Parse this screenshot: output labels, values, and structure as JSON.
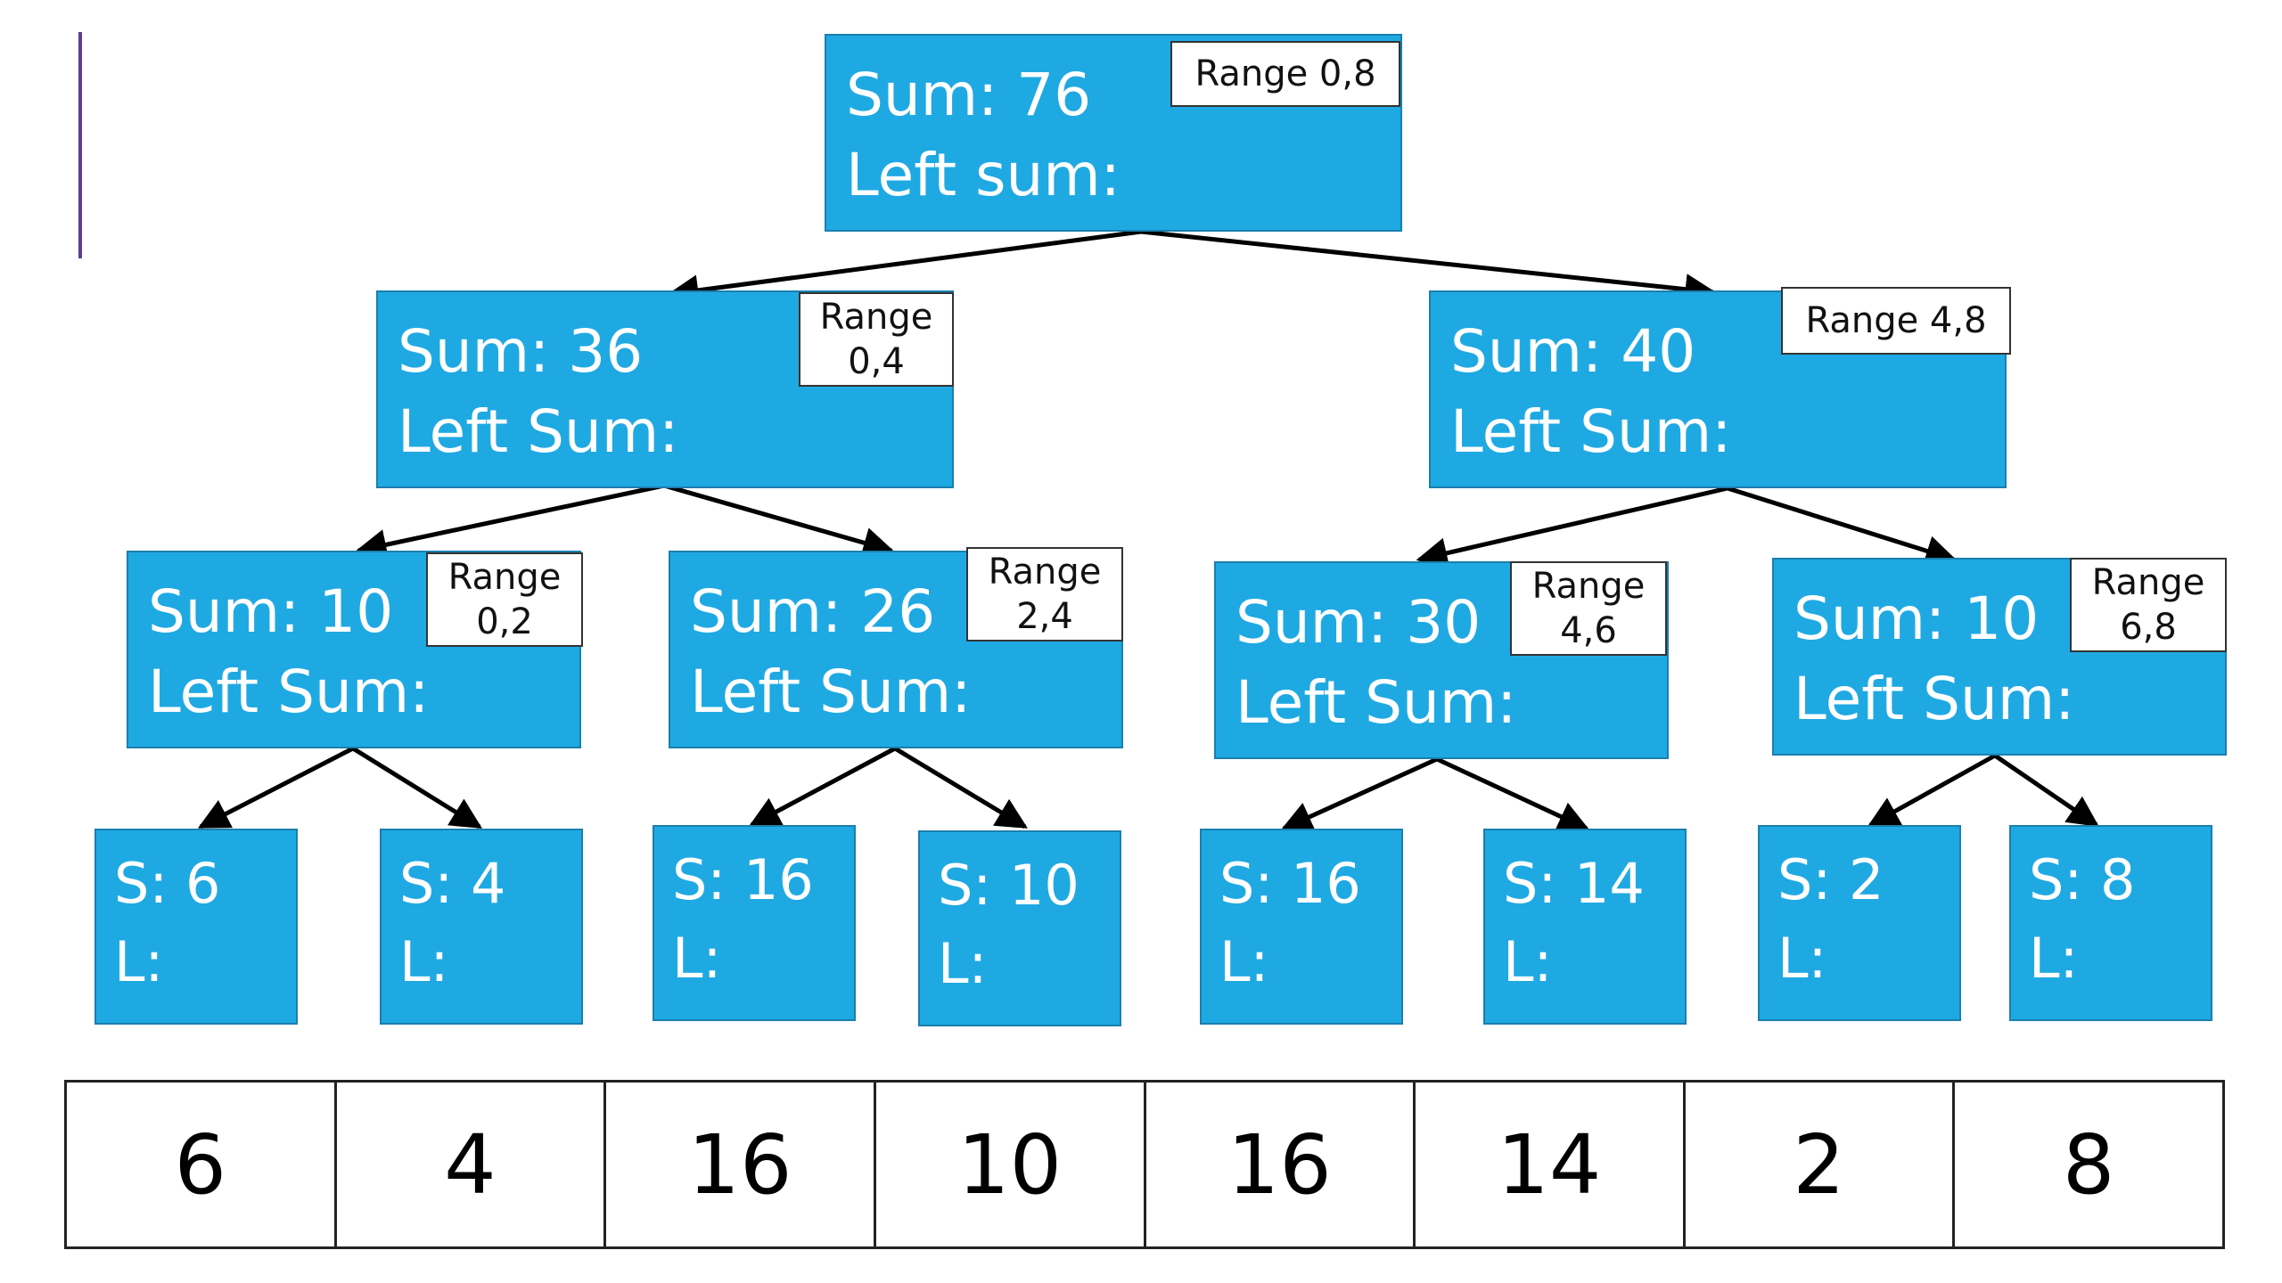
{
  "nodes": {
    "root": {
      "sum": "Sum: 76",
      "left": "Left sum:",
      "range": "Range 0,8"
    },
    "n04": {
      "sum": "Sum: 36",
      "left": "Left Sum:",
      "range_1": "Range",
      "range_2": "0,4"
    },
    "n48": {
      "sum": "Sum: 40",
      "left": "Left Sum:",
      "range": "Range 4,8"
    },
    "n02": {
      "sum": "Sum: 10",
      "left": "Left Sum:",
      "range_1": "Range",
      "range_2": "0,2"
    },
    "n24": {
      "sum": "Sum: 26",
      "left": "Left Sum:",
      "range_1": "Range",
      "range_2": "2,4"
    },
    "n46": {
      "sum": "Sum: 30",
      "left": "Left Sum:",
      "range_1": "Range",
      "range_2": "4,6"
    },
    "n68": {
      "sum": "Sum: 10",
      "left": "Left Sum:",
      "range_1": "Range",
      "range_2": "6,8"
    }
  },
  "leaves": [
    {
      "s": "S: 6",
      "l": "L:"
    },
    {
      "s": "S: 4",
      "l": "L:"
    },
    {
      "s": "S: 16",
      "l": "L:"
    },
    {
      "s": "S: 10",
      "l": "L:"
    },
    {
      "s": "S: 16",
      "l": "L:"
    },
    {
      "s": "S: 14",
      "l": "L:"
    },
    {
      "s": "S: 2",
      "l": "L:"
    },
    {
      "s": "S: 8",
      "l": "L:"
    }
  ],
  "array": [
    "6",
    "4",
    "16",
    "10",
    "16",
    "14",
    "2",
    "8"
  ],
  "colors": {
    "node_fill": "#1fa9e3",
    "accent": "#5b3f8f"
  }
}
